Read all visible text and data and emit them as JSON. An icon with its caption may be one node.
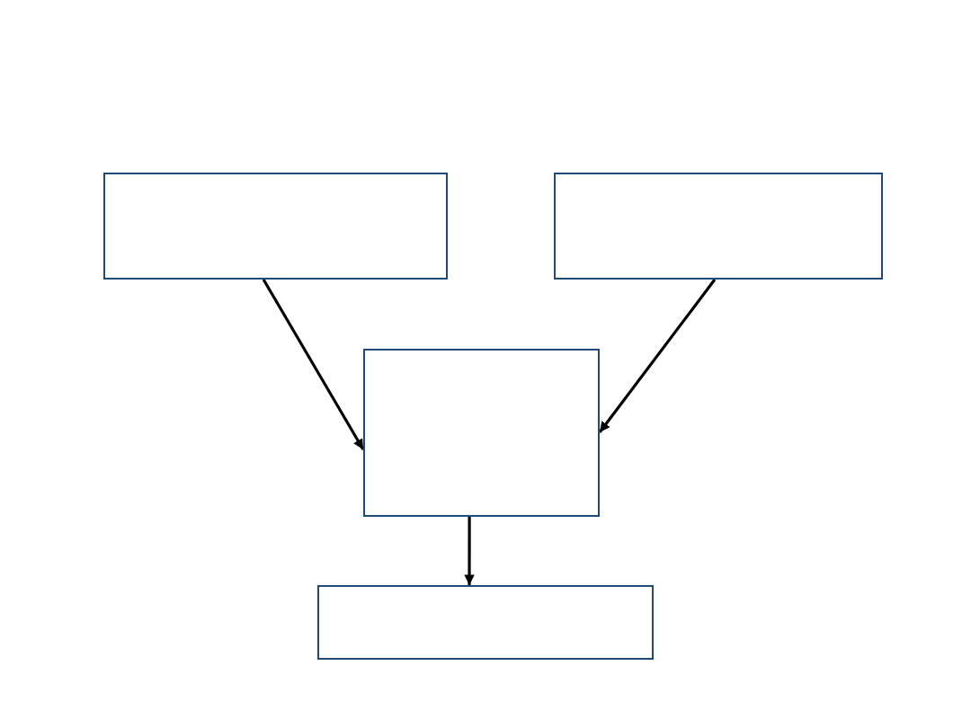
{
  "diagram": {
    "nodes": [
      {
        "text": [],
        "shape": "box"
      },
      {
        "text": [],
        "shape": "box"
      },
      {
        "text": [],
        "shape": "box"
      },
      {
        "text": [],
        "shape": "box"
      }
    ],
    "edges": [
      {
        "from": 0,
        "to": 2,
        "arrow": "to"
      },
      {
        "from": 1,
        "to": 2,
        "arrow": "to"
      },
      {
        "from": 2,
        "to": 3,
        "arrow": "to"
      }
    ]
  }
}
